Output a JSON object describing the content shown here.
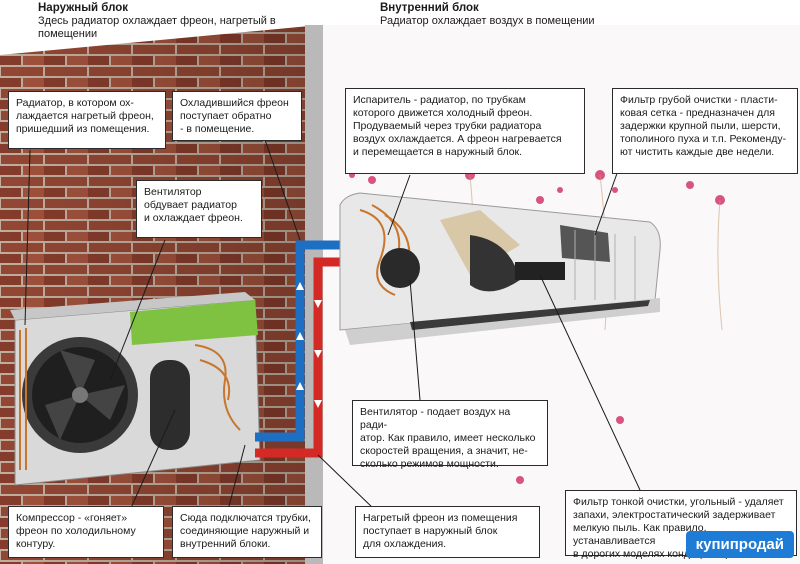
{
  "outdoor": {
    "title": "Наружный блок",
    "subtitle": "Здесь радиатор охлаждает фреон, нагретый в помещении"
  },
  "indoor": {
    "title": "Внутренний блок",
    "subtitle": "Радиатор охлаждает воздух в помещении"
  },
  "callouts": {
    "radiator_outdoor": "Радиатор, в котором ох-\nлаждается нагретый фреон,\nпришедший из помещения.",
    "cooled_freon": "Охладившийся фреон\nпоступает обратно\n- в помещение.",
    "fan_outdoor": "Вентилятор\nобдувает радиатор\nи охлаждает фреон.",
    "evaporator": "Испаритель - радиатор, по трубкам\nкоторого движется холодный фреон.\nПродуваемый через трубки радиатора\nвоздух  охлаждается. А фреон нагревается\nи перемещается в наружный блок.",
    "coarse_filter": "Фильтр грубой очистки - пласти-\nковая сетка - предназначен для\nзадержки крупной пыли, шерсти,\nтополиного пуха и т.п. Рекоменду-\nют чистить каждые две недели.",
    "fan_indoor": "Вентилятор - подает воздух на ради-\nатор. Как правило, имеет несколько\nскоростей вращения, а значит, не-\nсколько режимов мощности.",
    "compressor": "Компрессор - «гоняет»\nфреон по холодильному\nконтуру.",
    "pipes": "Сюда подключатся трубки,\nсоединяющие наружный и\nвнутренний блоки.",
    "heated_freon": "Нагретый фреон из помещения\nпоступает в наружный блок\nдля охлаждения.",
    "fine_filter": "Фильтр тонкой очистки, угольный - удаляет\nзапахи, электростатический задерживает\nмелкую пыль. Как правило, устанавливается\nв дорогих моделях кондиционеров."
  },
  "watermark": "купипродай",
  "colors": {
    "brick": "#9b4a36",
    "mortar": "#c9b7a6",
    "cold_pipe": "#1d6fc4",
    "hot_pipe": "#d42a25",
    "unit_body": "#e8e8e8"
  }
}
